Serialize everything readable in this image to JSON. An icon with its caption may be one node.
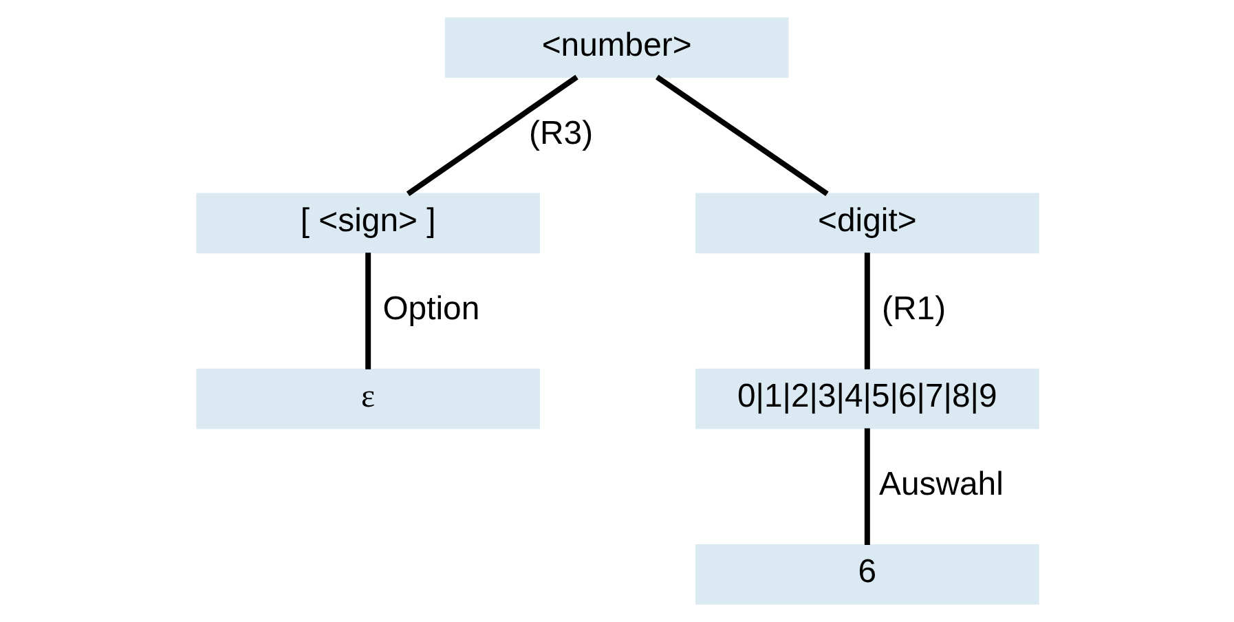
{
  "diagram": {
    "nodes": [
      {
        "text": [
          "<number>"
        ]
      },
      {
        "text": [
          "[ <sign> ]"
        ]
      },
      {
        "text": [
          "<digit>"
        ]
      },
      {
        "text": [
          "ε"
        ]
      },
      {
        "text": [
          "0|1|2|3|4|5|6|7|8|9"
        ]
      },
      {
        "text": [
          "6"
        ]
      }
    ],
    "edges": [
      {
        "from": 0,
        "to": 1,
        "arrow": "none",
        "label": "(R3)"
      },
      {
        "from": 0,
        "to": 2,
        "arrow": "none"
      },
      {
        "from": 1,
        "to": 3,
        "arrow": "none",
        "label": "Option"
      },
      {
        "from": 2,
        "to": 4,
        "arrow": "none",
        "label": "(R1)"
      },
      {
        "from": 4,
        "to": 5,
        "arrow": "none",
        "label": "Auswahl"
      }
    ]
  }
}
